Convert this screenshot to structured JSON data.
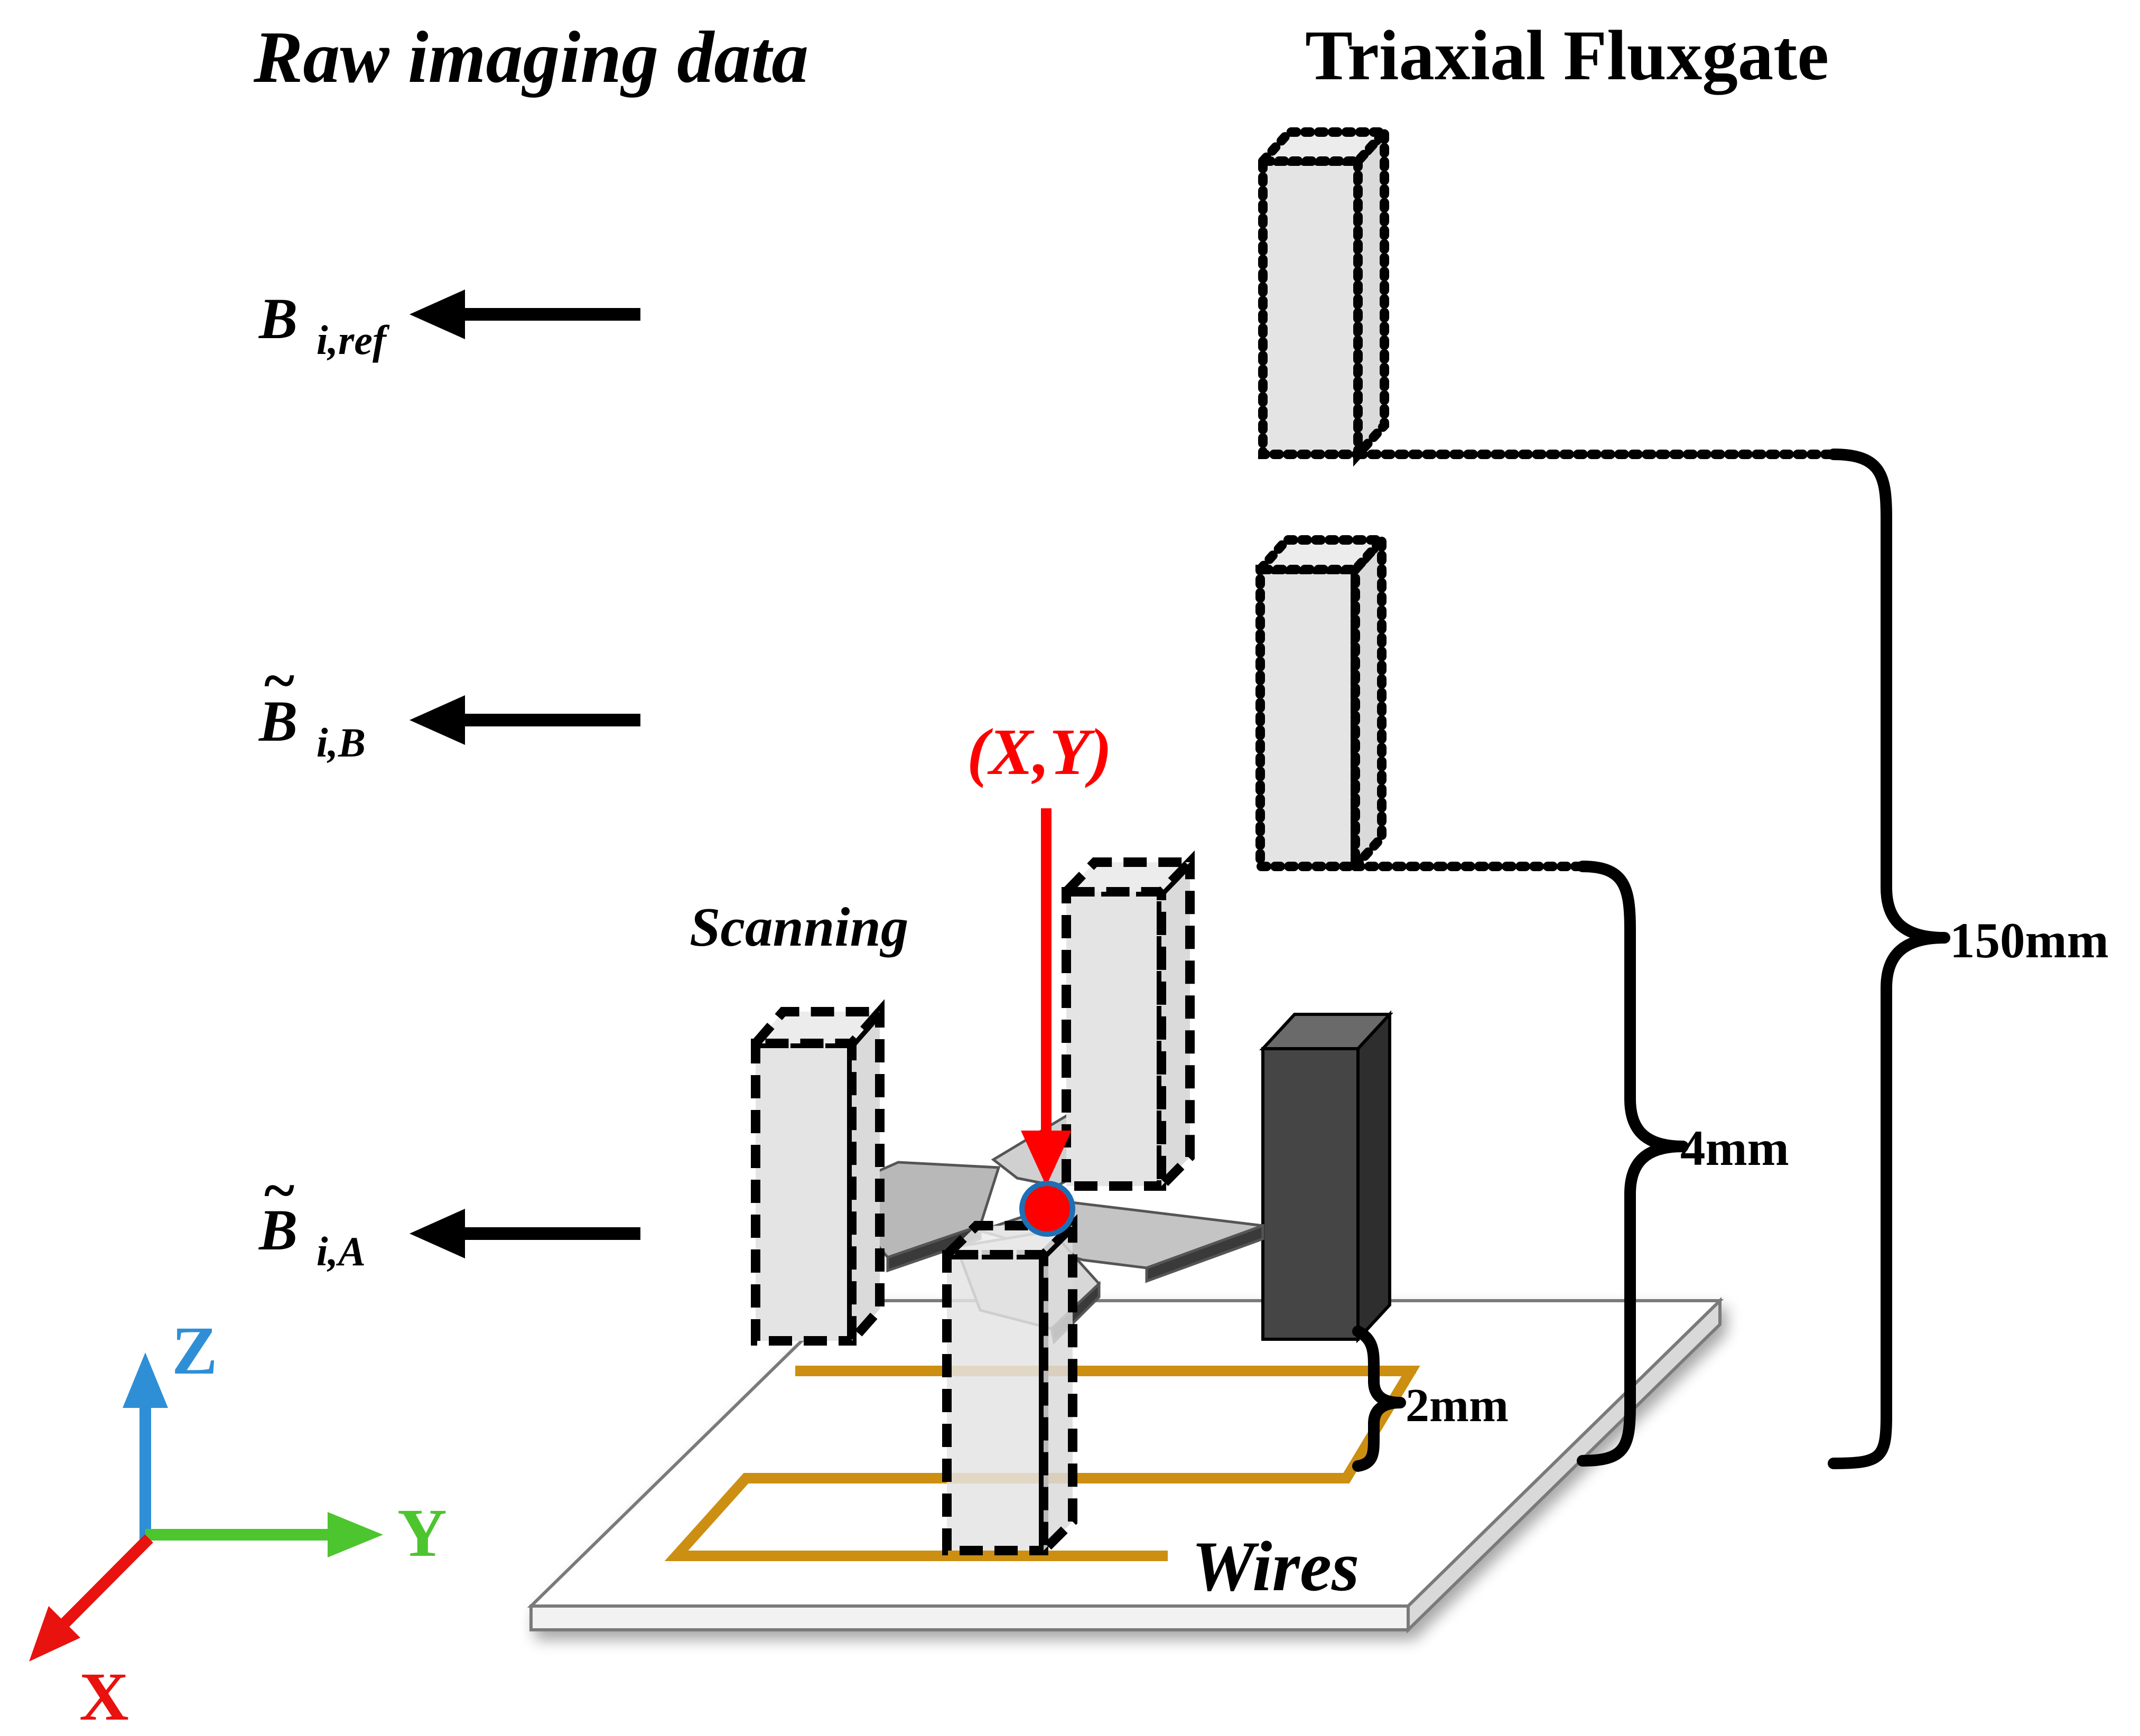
{
  "headings": {
    "left": "Raw imaging data",
    "right": "Triaxial Fluxgate"
  },
  "readouts": {
    "ref": {
      "main": "B",
      "sub": "i,ref"
    },
    "b": {
      "main": "B",
      "sub": "i,B",
      "tilde": "~"
    },
    "a": {
      "main": "B",
      "sub": "i,A",
      "tilde": "~"
    }
  },
  "labels": {
    "scanning": "Scanning",
    "position": "(X,Y)",
    "wires": "Wires"
  },
  "dimensions": {
    "large": "150mm",
    "medium": "4mm",
    "small": "2mm"
  },
  "axes": {
    "z": "Z",
    "y": "Y",
    "x": "X"
  },
  "colors": {
    "axis_z": "#2e8fd6",
    "axis_y": "#4cc52f",
    "axis_x": "#e8120f",
    "highlight": "#ff0000",
    "wire": "#cc8f12",
    "sensor_fill": "#e4e4e4",
    "sensor_dark": "#454545"
  }
}
